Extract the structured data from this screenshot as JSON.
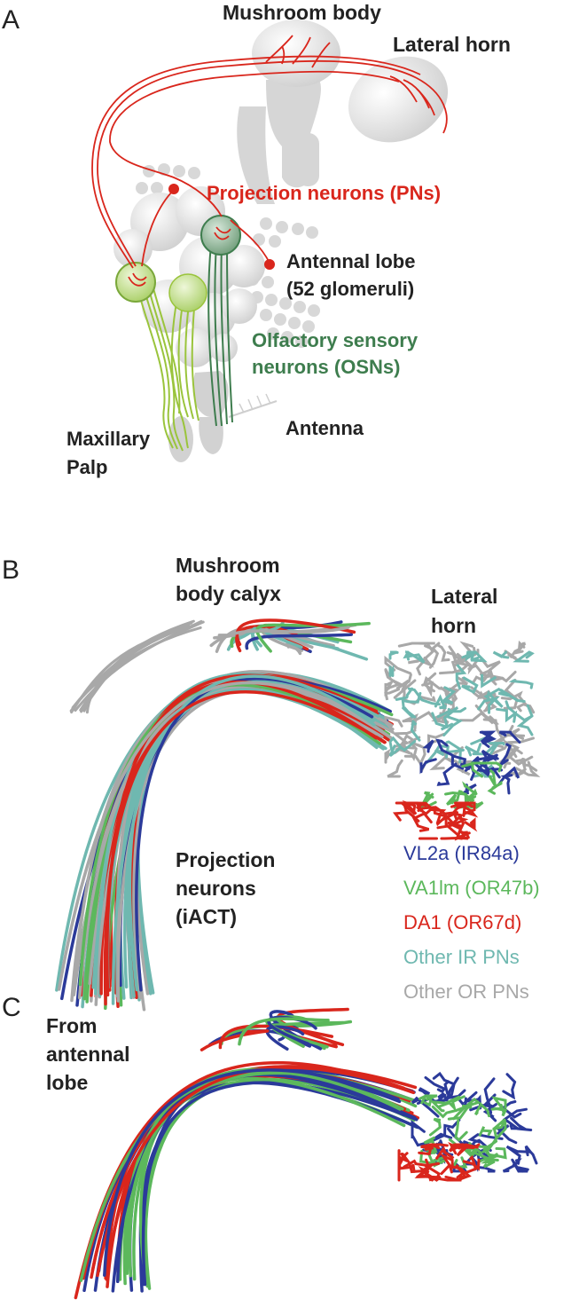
{
  "panels": {
    "a": {
      "letter": "A",
      "mushroom_body": "Mushroom body",
      "lateral_horn": "Lateral horn",
      "projection_neurons": "Projection neurons (PNs)",
      "antennal_lobe_line1": "Antennal lobe",
      "antennal_lobe_line2": "(52 glomeruli)",
      "osn_line1": "Olfactory sensory",
      "osn_line2": "neurons (OSNs)",
      "antenna": "Antenna",
      "maxillary_line1": "Maxillary",
      "maxillary_line2": "Palp"
    },
    "b": {
      "letter": "B",
      "mb_calyx_line1": "Mushroom",
      "mb_calyx_line2": "body calyx",
      "lateral_horn_line1": "Lateral",
      "lateral_horn_line2": "horn",
      "iact_line1": "Projection",
      "iact_line2": "neurons",
      "iact_line3": "(iACT)"
    },
    "c": {
      "letter": "C",
      "from_line1": "From",
      "from_line2": "antennal",
      "from_line3": "lobe"
    }
  },
  "legend": [
    {
      "label": "VL2a (IR84a)",
      "color": "#2b3a9a"
    },
    {
      "label": "VA1lm (OR47b)",
      "color": "#5cb85c"
    },
    {
      "label": "DA1 (OR67d)",
      "color": "#d9261c"
    },
    {
      "label": "Other IR PNs",
      "color": "#6fb8b0"
    },
    {
      "label": "Other OR PNs",
      "color": "#a8a8a8"
    }
  ],
  "colors": {
    "pn_red": "#d9261c",
    "osn_green": "#3e7d4e",
    "osn_lightgreen": "#9ac43c",
    "structure_gray": "#cfcfcf",
    "label_dark": "#222222"
  }
}
